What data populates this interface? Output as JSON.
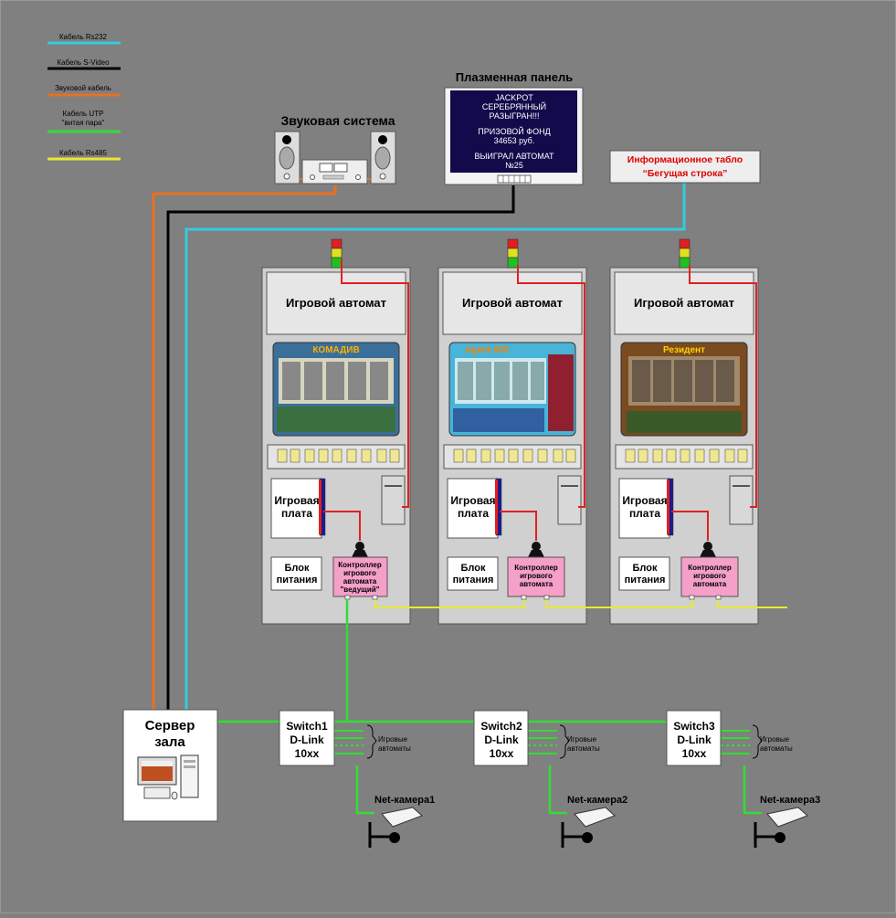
{
  "legend": [
    {
      "label": "Кабель Rs232",
      "color": "#33ccdd"
    },
    {
      "label": "Кабель S-Video",
      "color": "#000000"
    },
    {
      "label": "Звуковой кабель",
      "color": "#e87020"
    },
    {
      "label": "Кабель UTP",
      "label2": "\"витая пара\"",
      "color": "#33dd33"
    },
    {
      "label": "Кабель Rs485",
      "color": "#e8e833"
    }
  ],
  "sound_system": {
    "title": "Звуковая система"
  },
  "plasma": {
    "title": "Плазменная панель",
    "lines": [
      "JACKPOT",
      "СЕРЕБРЯННЫЙ",
      "РАЗЫГРАН!!!",
      "ПРИЗОВОЙ ФОНД",
      "34653 руб.",
      "ВЫИГРАЛ АВТОМАТ",
      "№25"
    ]
  },
  "info_board": {
    "line1": "Информационное табло",
    "line2": "“Бегущая строка”"
  },
  "machines": [
    {
      "title": "Игровой автомат",
      "board": [
        "Игровая",
        "плата"
      ],
      "psu": [
        "Блок",
        "питания"
      ],
      "controller": [
        "Контроллер",
        "игрового",
        "автомата",
        "\"ведущий\""
      ],
      "game": "КОМАДИВ"
    },
    {
      "title": "Игровой автомат",
      "board": [
        "Игровая",
        "плата"
      ],
      "psu": [
        "Блок",
        "питания"
      ],
      "controller": [
        "Контроллер",
        "игрового",
        "автомата"
      ],
      "game": "Agent 000"
    },
    {
      "title": "Игровой автомат",
      "board": [
        "Игровая",
        "плата"
      ],
      "psu": [
        "Блок",
        "питания"
      ],
      "controller": [
        "Контроллер",
        "игрового",
        "автомата"
      ],
      "game": "Резидент"
    }
  ],
  "server": {
    "line1": "Сервер",
    "line2": "зала"
  },
  "switches": [
    {
      "lines": [
        "Switch1",
        "D-Link",
        "10xx"
      ],
      "note": [
        "Игровые",
        "автоматы"
      ],
      "camera": "Net-камера1"
    },
    {
      "lines": [
        "Switch2",
        "D-Link",
        "10xx"
      ],
      "note": [
        "Игровые",
        "автоматы"
      ],
      "camera": "Net-камера2"
    },
    {
      "lines": [
        "Switch3",
        "D-Link",
        "10xx"
      ],
      "note": [
        "Игровые",
        "автоматы"
      ],
      "camera": "Net-камера3"
    }
  ]
}
